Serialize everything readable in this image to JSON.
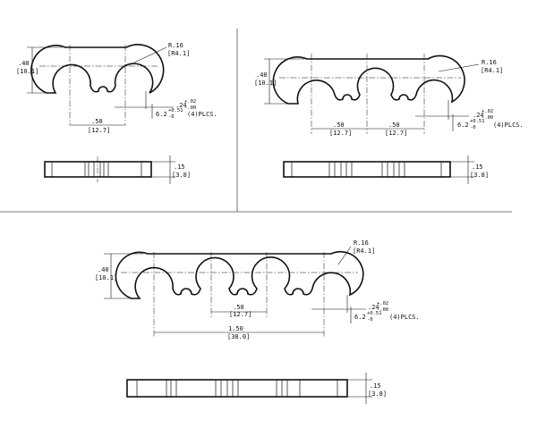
{
  "drawings": [
    {
      "clips": 2,
      "height_in": ".40",
      "height_mm": "[10.1]",
      "radius_in": "R.16",
      "radius_mm": "[R4.1]",
      "pitch_in": ".50",
      "pitch_mm": "[12.7]",
      "opening_in": ".24",
      "opening_tol_plus": "+.02",
      "opening_tol_minus": "-.00",
      "opening_mm": "6.2",
      "opening_mm_tol_plus": "+0.51",
      "opening_mm_tol_minus": "-0",
      "places": "(4)PLCS.",
      "thickness_in": ".15",
      "thickness_mm": "[3.8]"
    },
    {
      "clips": 3,
      "height_in": ".40",
      "height_mm": "[10.1]",
      "radius_in": "R.16",
      "radius_mm": "[R4.1]",
      "pitch_in": ".50",
      "pitch_mm": "[12.7]",
      "pitch2_in": ".50",
      "pitch2_mm": "[12.7]",
      "opening_in": ".24",
      "opening_tol_plus": "+.02",
      "opening_tol_minus": "-.00",
      "opening_mm": "6.2",
      "opening_mm_tol_plus": "+0.51",
      "opening_mm_tol_minus": "-0",
      "places": "(4)PLCS.",
      "thickness_in": ".15",
      "thickness_mm": "[3.8]"
    },
    {
      "clips": 4,
      "height_in": ".40",
      "height_mm": "[10.1]",
      "radius_in": "R.16",
      "radius_mm": "[R4.1]",
      "pitch_in": ".50",
      "pitch_mm": "[12.7]",
      "overall_in": "1.50",
      "overall_mm": "[38.0]",
      "opening_in": ".24",
      "opening_tol_plus": "+.02",
      "opening_tol_minus": "-.00",
      "opening_mm": "6.2",
      "opening_mm_tol_plus": "+0.51",
      "opening_mm_tol_minus": "-0",
      "places": "(4)PLCS.",
      "thickness_in": ".15",
      "thickness_mm": "[3.8]"
    }
  ]
}
